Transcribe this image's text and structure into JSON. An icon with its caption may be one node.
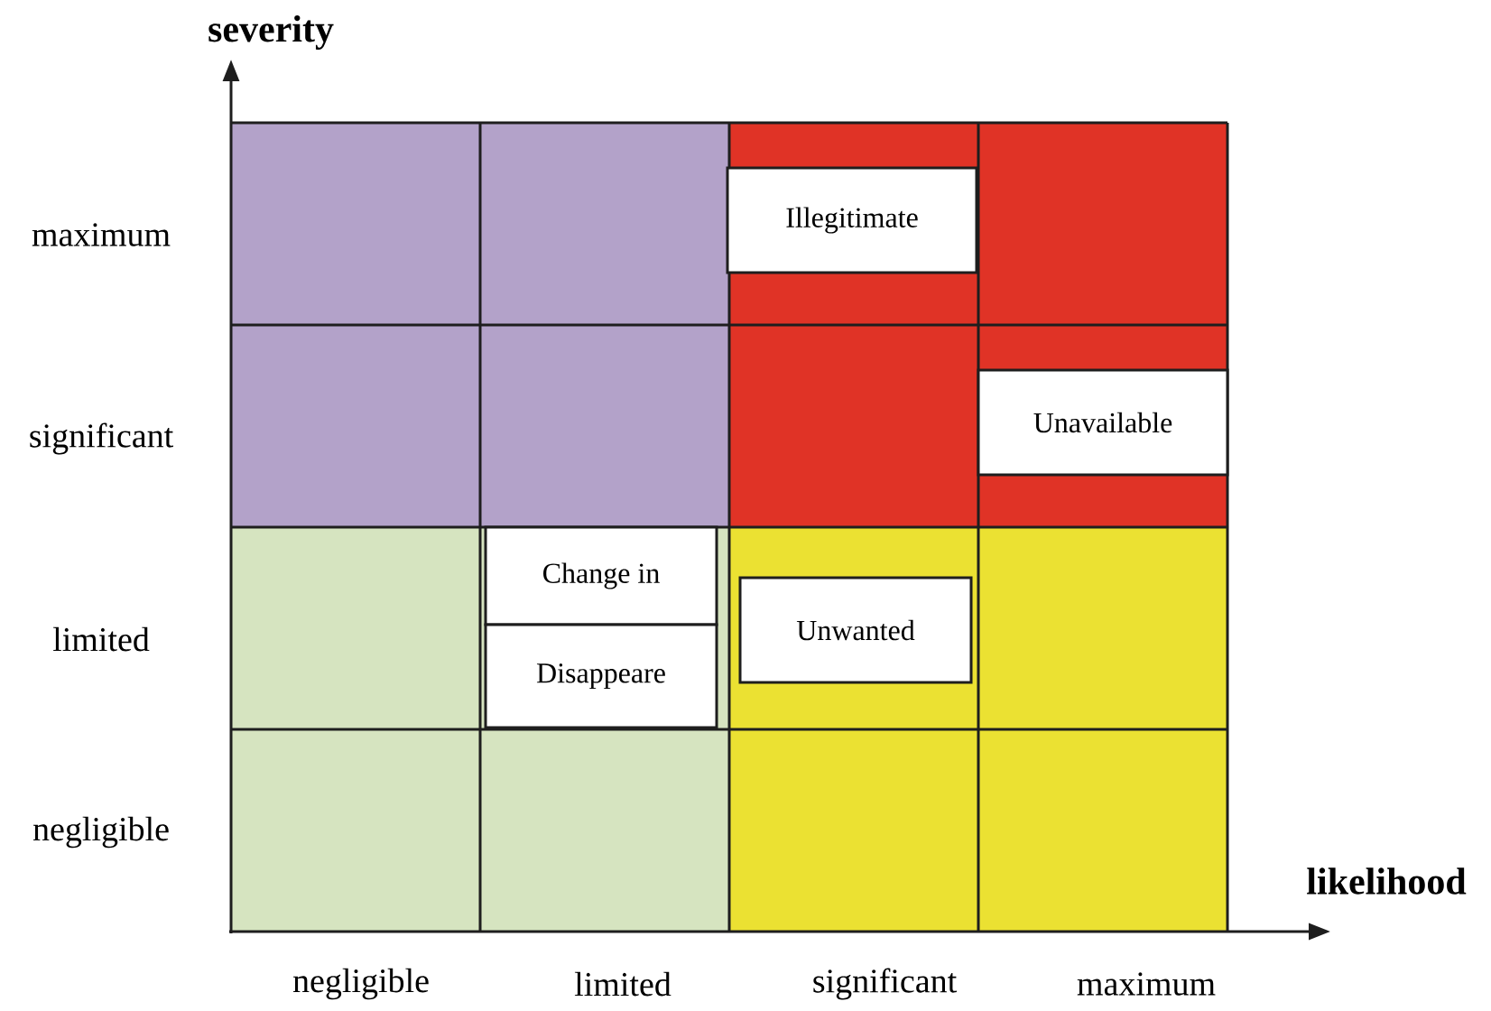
{
  "diagram": {
    "nodes": [
      {
        "text": [
          "Illegitimate"
        ]
      },
      {
        "text": [
          "Unavailable"
        ]
      },
      {
        "text": [
          "Change in"
        ]
      },
      {
        "text": [
          "Disappeare"
        ]
      },
      {
        "text": [
          "Unwanted"
        ]
      }
    ],
    "labels": [
      "severity",
      "maximum",
      "significant",
      "limited",
      "negligible",
      "likelihood",
      "negligible",
      "limited",
      "significant",
      "maximum"
    ]
  }
}
